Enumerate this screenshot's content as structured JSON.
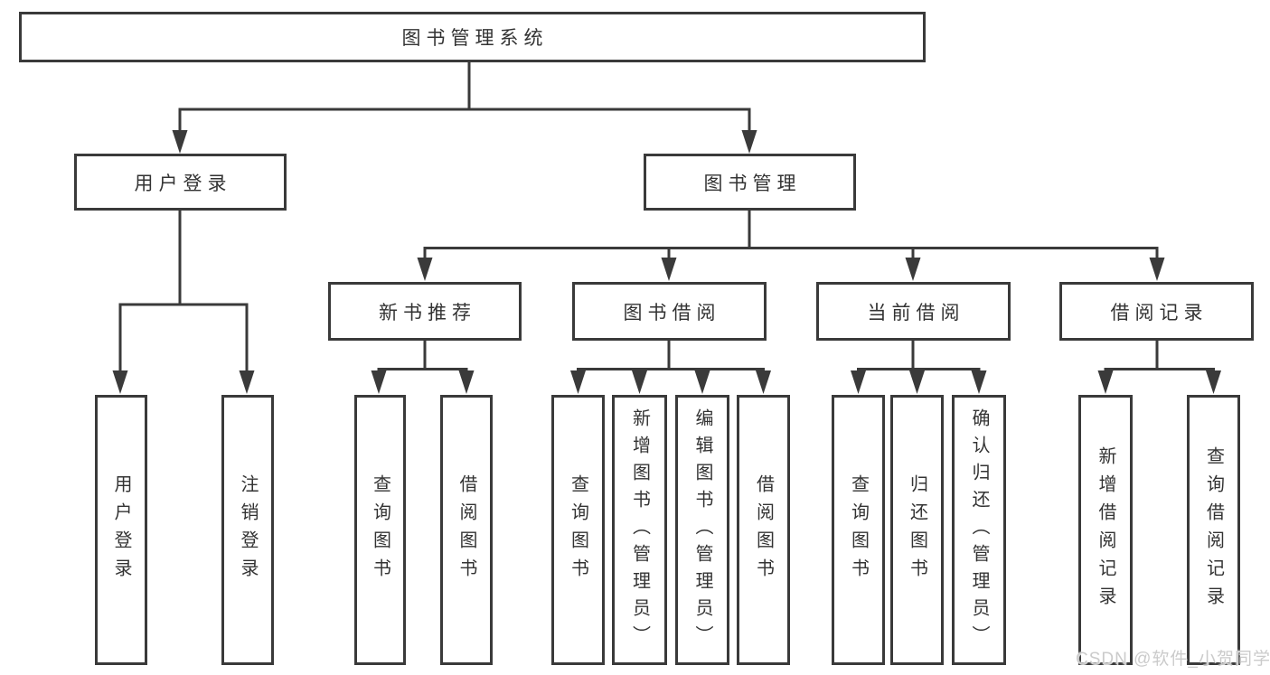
{
  "diagram": {
    "root": {
      "label": "图书管理系统"
    },
    "level2": [
      {
        "label": "用户登录"
      },
      {
        "label": "图书管理"
      }
    ],
    "level3": [
      {
        "label": "新书推荐"
      },
      {
        "label": "图书借阅"
      },
      {
        "label": "当前借阅"
      },
      {
        "label": "借阅记录"
      }
    ],
    "leaves": {
      "user_login": [
        "用户登录",
        "注销登录"
      ],
      "new_book": [
        "查询图书",
        "借阅图书"
      ],
      "book_borrow": [
        "查询图书",
        "新增图书（管理员）",
        "编辑图书（管理员）",
        "借阅图书"
      ],
      "current_borrow": [
        "查询图书",
        "归还图书",
        "确认归还（管理员）"
      ],
      "borrow_records": [
        "新增借阅记录",
        "查询借阅记录"
      ]
    },
    "colors": {
      "line": "#3a3a3a",
      "text": "#333333",
      "background": "#ffffff",
      "watermark": "#cbcbcb"
    }
  },
  "watermark": {
    "text": "CSDN @软件_小贺同学"
  }
}
